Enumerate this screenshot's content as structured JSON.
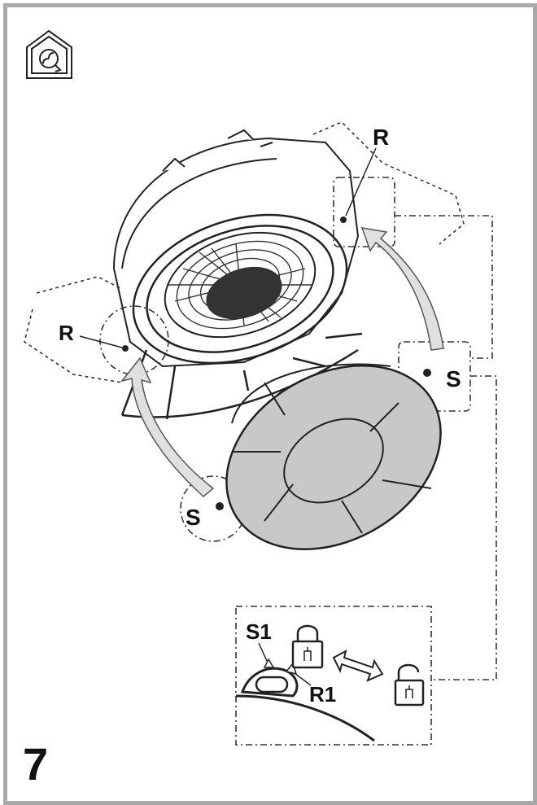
{
  "labels": {
    "r_top": "R",
    "r_left": "R",
    "s_right": "S",
    "s_bottom": "S",
    "s1": "S1",
    "r1": "R1",
    "step": "7"
  },
  "icons": {
    "top_left": "recirculation-mode-house-icon",
    "locked": "padlock-locked-icon",
    "unlocked": "padlock-unlocked-icon"
  },
  "colors": {
    "frame": "#a9a9a9",
    "filter_fill": "#c8c8c8",
    "arrow_fill": "#e0e0e0",
    "line": "#222222"
  }
}
